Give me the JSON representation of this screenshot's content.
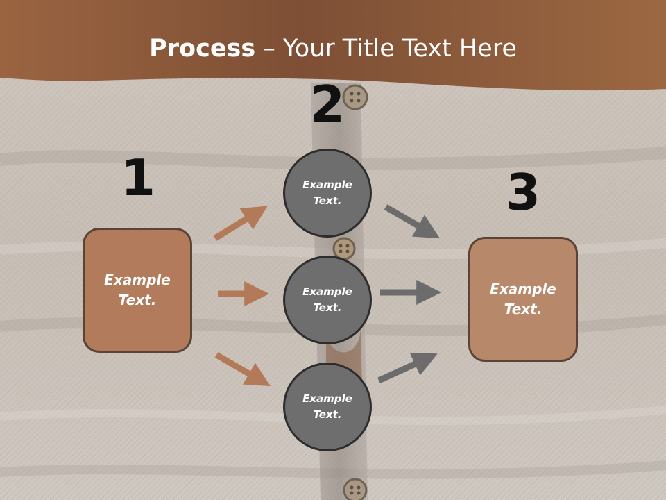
{
  "title": {
    "bold": "Process",
    "rest": " – Your Title Text Here"
  },
  "steps": {
    "one": {
      "number": "1",
      "label": "Example Text."
    },
    "two": {
      "number": "2",
      "items": [
        "Example Text.",
        "Example Text.",
        "Example Text."
      ]
    },
    "three": {
      "number": "3",
      "label": "Example Text."
    }
  },
  "colors": {
    "header": "#8a5636",
    "fabric": "#c9c0b7",
    "box_left": "#b27b5c",
    "box_right": "#b8886a",
    "circle": "#6e6e6e",
    "arrow_copper": "#b37a5a",
    "arrow_gray": "#6c6c6c"
  }
}
